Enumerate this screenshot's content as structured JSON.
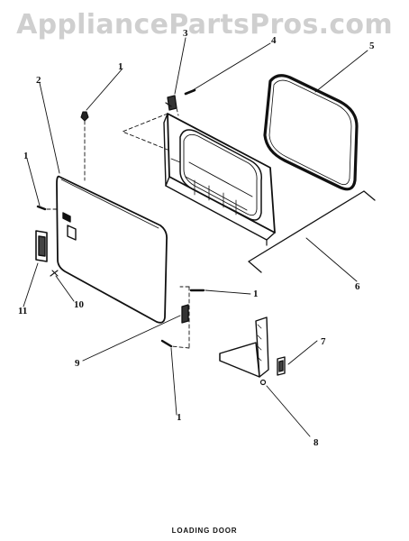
{
  "watermark": "AppliancePartsPros.com",
  "caption": "LOADING DOOR",
  "callouts": {
    "c1_top": "1",
    "c2": "2",
    "c3": "3",
    "c4": "4",
    "c5": "5",
    "c6": "6",
    "c7": "7",
    "c8": "8",
    "c9": "9",
    "c10": "10",
    "c11": "11",
    "c1_left": "1",
    "c1_mid": "1",
    "c1_bottom": "1"
  }
}
